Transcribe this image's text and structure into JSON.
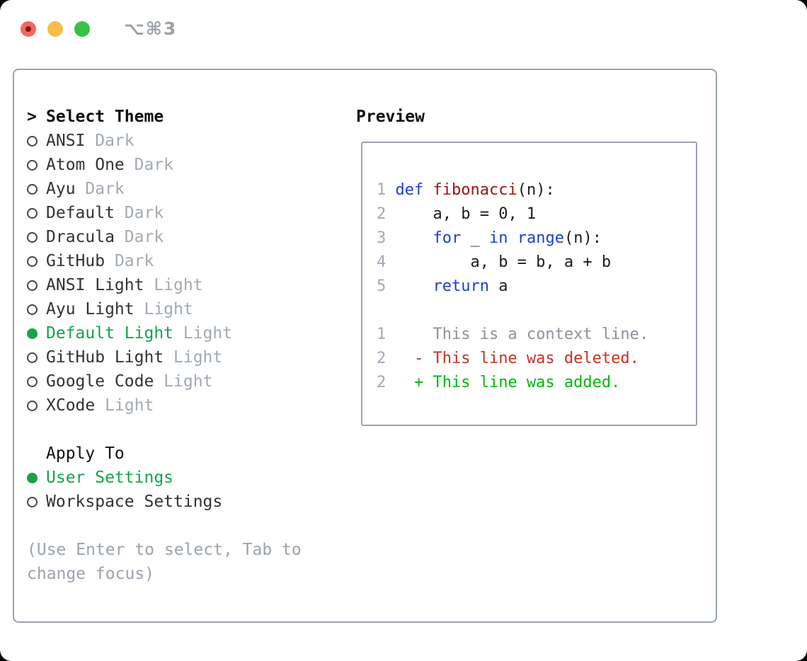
{
  "window": {
    "title": "⌥⌘3",
    "traffic_lights": [
      "close",
      "minimize",
      "zoom"
    ]
  },
  "colors": {
    "light_red": "#f1695e",
    "light_dot": "#771d13",
    "light_yellow": "#f6bd48",
    "light_green": "#36c248",
    "title": "#9aa1a9",
    "border": "#9aa3ae",
    "header": "#0d0f11",
    "text": "#2f3337",
    "muted": "#a2aab5",
    "radio": "#41474e",
    "green": "#16a34a",
    "hint": "#9ba3ae",
    "keyword": "#1c40d4",
    "function": "#a31212",
    "code_text": "#1a1c1e",
    "context": "#8b929c",
    "diff_red": "#cc2f1f",
    "diff_green": "#00b80b"
  },
  "theme_select": {
    "header_prefix": ">",
    "header": "Select Theme",
    "items": [
      {
        "name": "ANSI",
        "variant": "Dark",
        "selected": false
      },
      {
        "name": "Atom One",
        "variant": "Dark",
        "selected": false
      },
      {
        "name": "Ayu",
        "variant": "Dark",
        "selected": false
      },
      {
        "name": "Default",
        "variant": "Dark",
        "selected": false
      },
      {
        "name": "Dracula",
        "variant": "Dark",
        "selected": false
      },
      {
        "name": "GitHub",
        "variant": "Dark",
        "selected": false
      },
      {
        "name": "ANSI Light",
        "variant": "Light",
        "selected": false
      },
      {
        "name": "Ayu Light",
        "variant": "Light",
        "selected": false
      },
      {
        "name": "Default Light",
        "variant": "Light",
        "selected": true
      },
      {
        "name": "GitHub Light",
        "variant": "Light",
        "selected": false
      },
      {
        "name": "Google Code",
        "variant": "Light",
        "selected": false
      },
      {
        "name": "XCode",
        "variant": "Light",
        "selected": false
      }
    ]
  },
  "apply_to": {
    "header": "Apply To",
    "options": [
      {
        "label": "User Settings",
        "selected": true
      },
      {
        "label": "Workspace Settings",
        "selected": false
      }
    ]
  },
  "hint": "(Use Enter to select, Tab to change focus)",
  "preview": {
    "header": "Preview",
    "code_lines": [
      {
        "num": "1",
        "tokens": [
          {
            "t": "def ",
            "c": "kw"
          },
          {
            "t": "fibonacci",
            "c": "fn"
          },
          {
            "t": "(n):",
            "c": "pl"
          }
        ]
      },
      {
        "num": "2",
        "tokens": [
          {
            "t": "    a, b = 0, 1",
            "c": "pl"
          }
        ]
      },
      {
        "num": "3",
        "tokens": [
          {
            "t": "    ",
            "c": "pl"
          },
          {
            "t": "for",
            "c": "kw"
          },
          {
            "t": " _ ",
            "c": "pl"
          },
          {
            "t": "in",
            "c": "kw"
          },
          {
            "t": " ",
            "c": "pl"
          },
          {
            "t": "range",
            "c": "kw"
          },
          {
            "t": "(n):",
            "c": "pl"
          }
        ]
      },
      {
        "num": "4",
        "tokens": [
          {
            "t": "        a, b = b, a + b",
            "c": "pl"
          }
        ]
      },
      {
        "num": "5",
        "tokens": [
          {
            "t": "    ",
            "c": "pl"
          },
          {
            "t": "return",
            "c": "kw"
          },
          {
            "t": " a",
            "c": "pl"
          }
        ]
      },
      {
        "blank": true
      },
      {
        "num": "1",
        "diff": "ctx",
        "sign": " ",
        "text": " This is a context line."
      },
      {
        "num": "2",
        "diff": "del",
        "sign": "-",
        "text": " This line was deleted."
      },
      {
        "num": "2",
        "diff": "add",
        "sign": "+",
        "text": " This line was added."
      }
    ]
  }
}
